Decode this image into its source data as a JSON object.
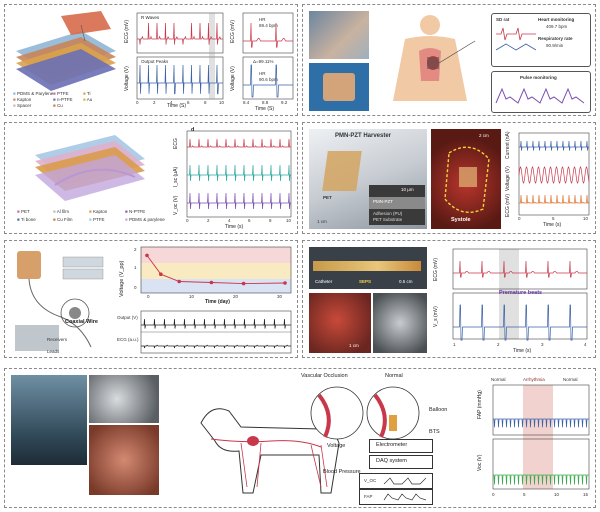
{
  "p1": {
    "legend": [
      "PDMS & Parylene",
      "PTFE",
      "Kapton",
      "n-PTFE",
      "Spacer",
      "Au",
      "Cu",
      "Ti"
    ],
    "ecg_top": {
      "ylabel": "ECG (mV)",
      "ticks": [
        "1.0",
        "0.5",
        "0.0",
        "-0.5"
      ],
      "annot": "R Waves"
    },
    "volt_bottom": {
      "ylabel": "Voltage (V)",
      "ticks": [
        "4",
        "2",
        "0",
        "-2",
        "-4"
      ],
      "annot": "Output Peaks",
      "xlabel": "Time (S)",
      "xticks": [
        "0",
        "2",
        "4",
        "6",
        "8",
        "10"
      ]
    },
    "ecg_zoom": {
      "ylabel": "ECG (mV)",
      "hr": "HR",
      "hr_val": "89.4 bpm"
    },
    "volt_zoom": {
      "ylabel": "Voltage (V)",
      "delta": "Δ=99.11%",
      "hr": "HR",
      "hr_val": "90.6 bpm",
      "xticks": [
        "8.4",
        "8.8",
        "9.2"
      ],
      "xlabel": "Time (S)"
    }
  },
  "p2": {
    "sd_rat": "SD rat",
    "heart_label": "Heart monitoring",
    "heart_val": "409.7 bpm",
    "resp_label": "Respiratory rate",
    "resp_val": "90.9/min",
    "pulse": "Pulse monitoring"
  },
  "p3": {
    "legend": [
      "PET",
      "Al film",
      "Kapton",
      "N-PTFE",
      "Ti bone",
      "Cu Film",
      "PTFE",
      "PDMS & parylene"
    ],
    "panel_letter": "d",
    "ylabels": [
      "ECG",
      "I_sc (μA)",
      "V_oc (V)"
    ],
    "xlabel": "Time (s)",
    "xticks": [
      "0",
      "2",
      "4",
      "6",
      "8",
      "10"
    ]
  },
  "p4": {
    "harvester": "PMN-PZT Harvester",
    "pet": "PET",
    "scale1": "1 cm",
    "scale2": "10 μm",
    "layers": [
      "PMN-PZT",
      "Adhesion (PU)",
      "PET Substrate"
    ],
    "scale3": "2 cm",
    "systole": "Systole",
    "ylabels": [
      "Current (nA)",
      "Voltage (V)",
      "ECG (mV)"
    ],
    "xlabel": "Time (s)",
    "xticks": [
      "0",
      "5",
      "10"
    ]
  },
  "p5": {
    "coaxial": "Coaxial Wire",
    "receivers": "Receivers",
    "leads": "Leads",
    "ylabel_top": "Voltage (V_pp)",
    "yticks_top": [
      "2",
      "1",
      "0"
    ],
    "xlabel_top": "Time (day)",
    "xticks_top": [
      "0",
      "10",
      "20",
      "30"
    ],
    "ylabel_out": "Output (V)",
    "ylabel_ecg": "ECG (a.u.)"
  },
  "p6": {
    "catheter": "Catheter",
    "sepe": "SEPS",
    "scale": "0.5 cm",
    "scale2": "1 cm",
    "ylabel_top": "ECG (mV)",
    "premature": "Premature beats",
    "ylabel_bot": "V_s (mV)",
    "xlabel": "Time (s)",
    "xticks": [
      "1",
      "2",
      "3",
      "4"
    ]
  },
  "p7": {
    "vascular": "Vascular Occlusion",
    "normal": "Normal",
    "balloon": "Balloon",
    "bts": "BTS",
    "voltage": "Voltage",
    "electrometer": "Electrometer",
    "daq": "DAQ system",
    "bp": "Blood Pressure",
    "voc": "V_OC",
    "fap": "FAP",
    "chart_top_labels": [
      "Normal",
      "Arrhythmia",
      "Normal"
    ],
    "ylabel_top": "FAP (mmHg)",
    "ylabel_bot": "Voc (V)",
    "xticks": [
      "0",
      "5",
      "10",
      "15"
    ]
  },
  "colors": {
    "ecg_red": "#c8374a",
    "volt_blue": "#3b62a8",
    "teal": "#2aa7a0",
    "purple": "#7a4fb0",
    "green": "#38a84a",
    "orange": "#e0722c"
  }
}
